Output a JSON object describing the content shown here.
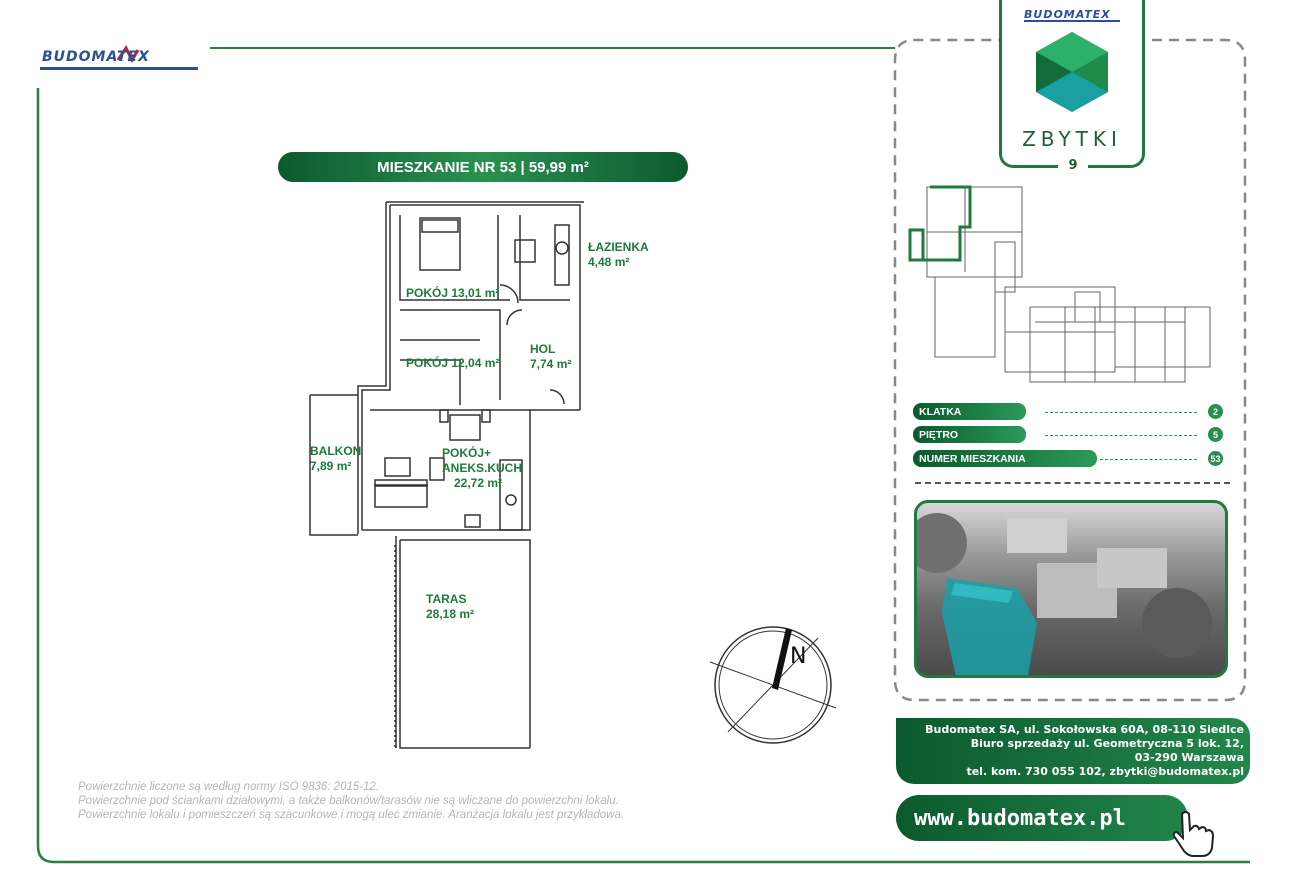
{
  "brand": {
    "logo": "BUDOMATEX",
    "project": "ZBYTKI",
    "building": "9",
    "website": "www.budomatex.pl"
  },
  "colors": {
    "primary": "#1f7a3f",
    "dark": "#0b5a2f",
    "logo_blue": "#2a4f9b",
    "logo_red": "#c0272d",
    "teal": "#1aa0a0"
  },
  "apartment": {
    "title": "MIESZKANIE NR 53 | 59,99 m²"
  },
  "rooms": [
    {
      "name": "ŁAZIENKA",
      "area": "4,48 m²"
    },
    {
      "name": "POKÓJ 13,01 m²"
    },
    {
      "name": "POKÓJ 12,04 m²"
    },
    {
      "name": "HOL",
      "area": "7,74 m²"
    },
    {
      "name": "POKÓJ+",
      "name2": "ANEKS.KUCH",
      "area": "22,72 m²"
    },
    {
      "name": "BALKON",
      "area": "7,89 m²"
    },
    {
      "name": "TARAS",
      "area": "28,18 m²"
    }
  ],
  "compass": {
    "label": "N"
  },
  "info": [
    {
      "label": "KLATKA",
      "value": "2"
    },
    {
      "label": "PIĘTRO",
      "value": "5"
    },
    {
      "label": "NUMER MIESZKANIA",
      "value": "53"
    }
  ],
  "contact": {
    "line1": "Budomatex SA, ul. Sokołowska 60A, 08-110 Siedlce",
    "line2": "Biuro sprzedaży ul. Geometryczna 5 lok. 12,",
    "line3": "03-290 Warszawa",
    "line4": "tel. kom. 730 055 102, zbytki@budomatex.pl"
  },
  "notes": [
    "Powierzchnie liczone są według normy ISO 9836: 2015-12.",
    "Powierzchnie pod ściankami działowymi, a także balkonów/tarasów nie są wliczane do powierzchni lokalu.",
    "Powierzchnie lokalu i pomieszczeń są szacunkowe i mogą ulec zmianie. Aranżacja lokalu jest przykładowa."
  ]
}
